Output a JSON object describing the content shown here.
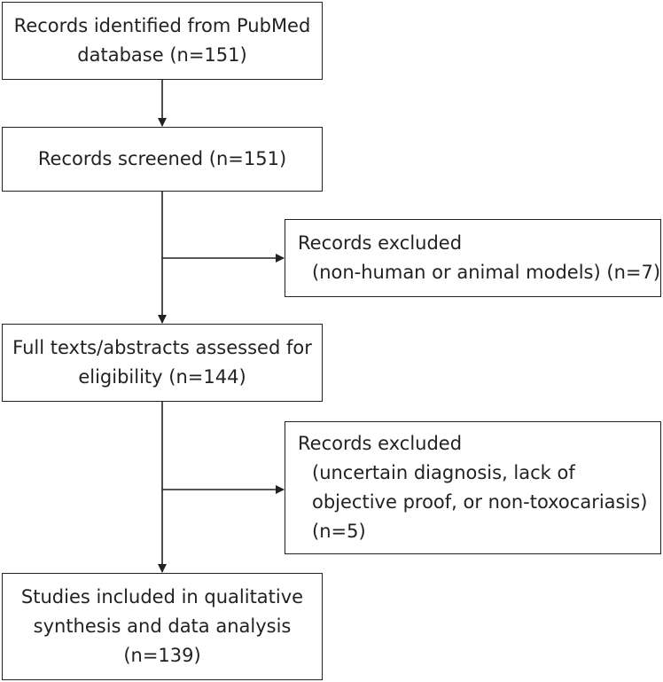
{
  "flow": {
    "identified": {
      "lines": [
        "Records identified from PubMed",
        "database (n=151)"
      ]
    },
    "screened": {
      "lines": [
        "Records screened (n=151)"
      ]
    },
    "assessed": {
      "lines": [
        "Full texts/abstracts assessed for",
        "eligibility (n=144)"
      ]
    },
    "included": {
      "lines": [
        "Studies included in qualitative",
        "synthesis and data analysis",
        "(n=139)"
      ]
    },
    "excluded_1": {
      "heading": "Records excluded",
      "lines": [
        "(non-human or animal models) (n=7)"
      ]
    },
    "excluded_2": {
      "heading": "Records excluded",
      "lines": [
        "(uncertain diagnosis, lack of",
        "objective proof, or non-toxocariasis)",
        "(n=5)"
      ]
    }
  },
  "colors": {
    "stroke": "#222222",
    "text": "#222222",
    "background": "#ffffff"
  }
}
